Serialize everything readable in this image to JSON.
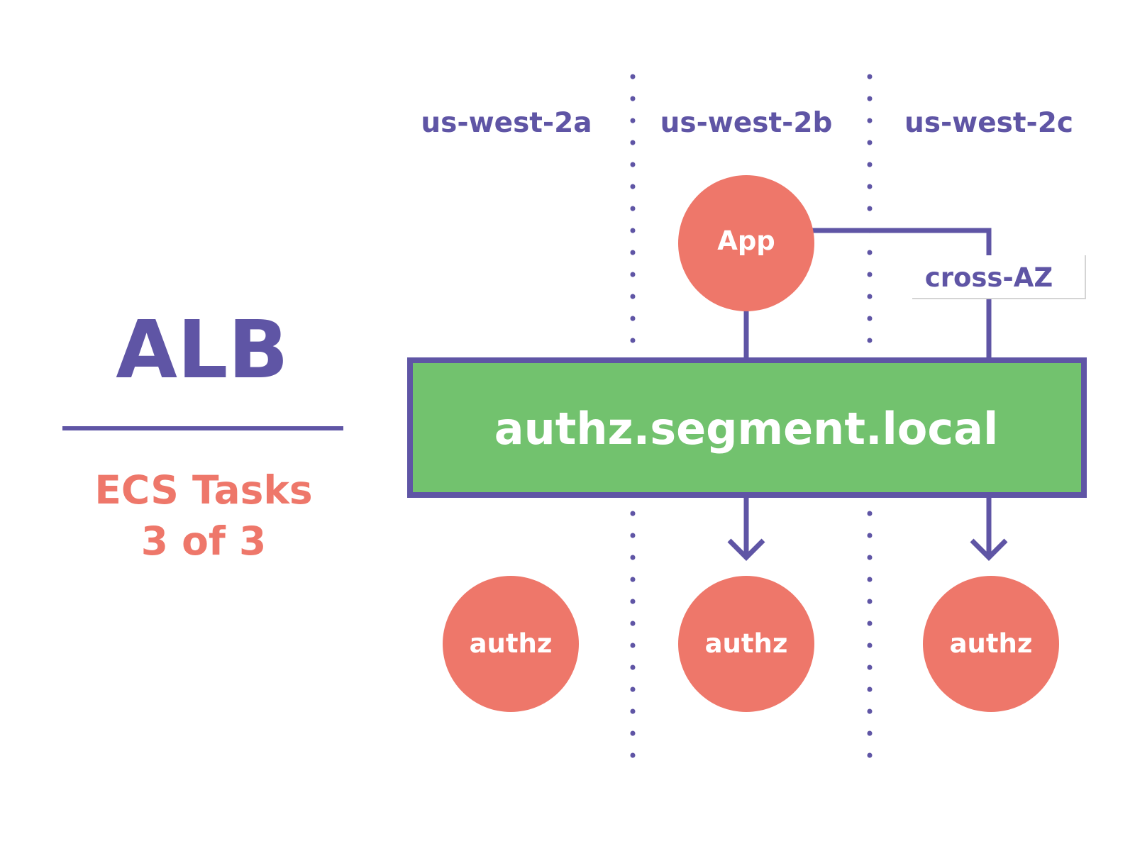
{
  "colors": {
    "purple": "#5f55a5",
    "salmon": "#ee776a",
    "green": "#72c26e",
    "white": "#ffffff"
  },
  "title": "ALB",
  "subtitle_lines": [
    "ECS Tasks",
    "3 of 3"
  ],
  "zones": [
    "us-west-2a",
    "us-west-2b",
    "us-west-2c"
  ],
  "app_node": "App",
  "service_box": "authz.segment.local",
  "cross_az_label": "cross-AZ",
  "tasks": [
    "authz",
    "authz",
    "authz"
  ]
}
